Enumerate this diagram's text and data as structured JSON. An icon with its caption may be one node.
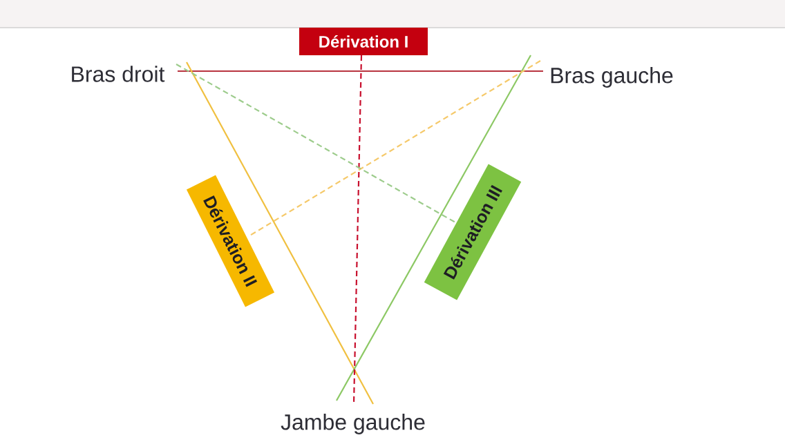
{
  "diagram": {
    "nodes": [
      {
        "text": [
          "Dérivation I"
        ]
      },
      {
        "text": [
          "Bras droit"
        ]
      },
      {
        "text": [
          "Bras gauche"
        ]
      },
      {
        "text": [
          "Dérivation II"
        ]
      },
      {
        "text": [
          "Dérivation III"
        ]
      },
      {
        "text": [
          "Jambe gauche"
        ]
      }
    ],
    "edges": [
      {
        "from": 1,
        "to": 2,
        "arrow": "none",
        "color": "#b8343f"
      },
      {
        "from": 1,
        "to": 5,
        "arrow": "none",
        "color": "#f0c040"
      },
      {
        "from": 2,
        "to": 5,
        "arrow": "none",
        "color": "#8cc864"
      },
      {
        "from": 0,
        "to": 5,
        "arrow": "none",
        "style": "dashed",
        "color": "#c8102e"
      },
      {
        "from": 2,
        "to": 3,
        "arrow": "none",
        "style": "dashed",
        "color": "#f5c96a"
      },
      {
        "from": 1,
        "to": 4,
        "arrow": "none",
        "style": "dashed",
        "color": "#9dcc8c"
      }
    ]
  }
}
